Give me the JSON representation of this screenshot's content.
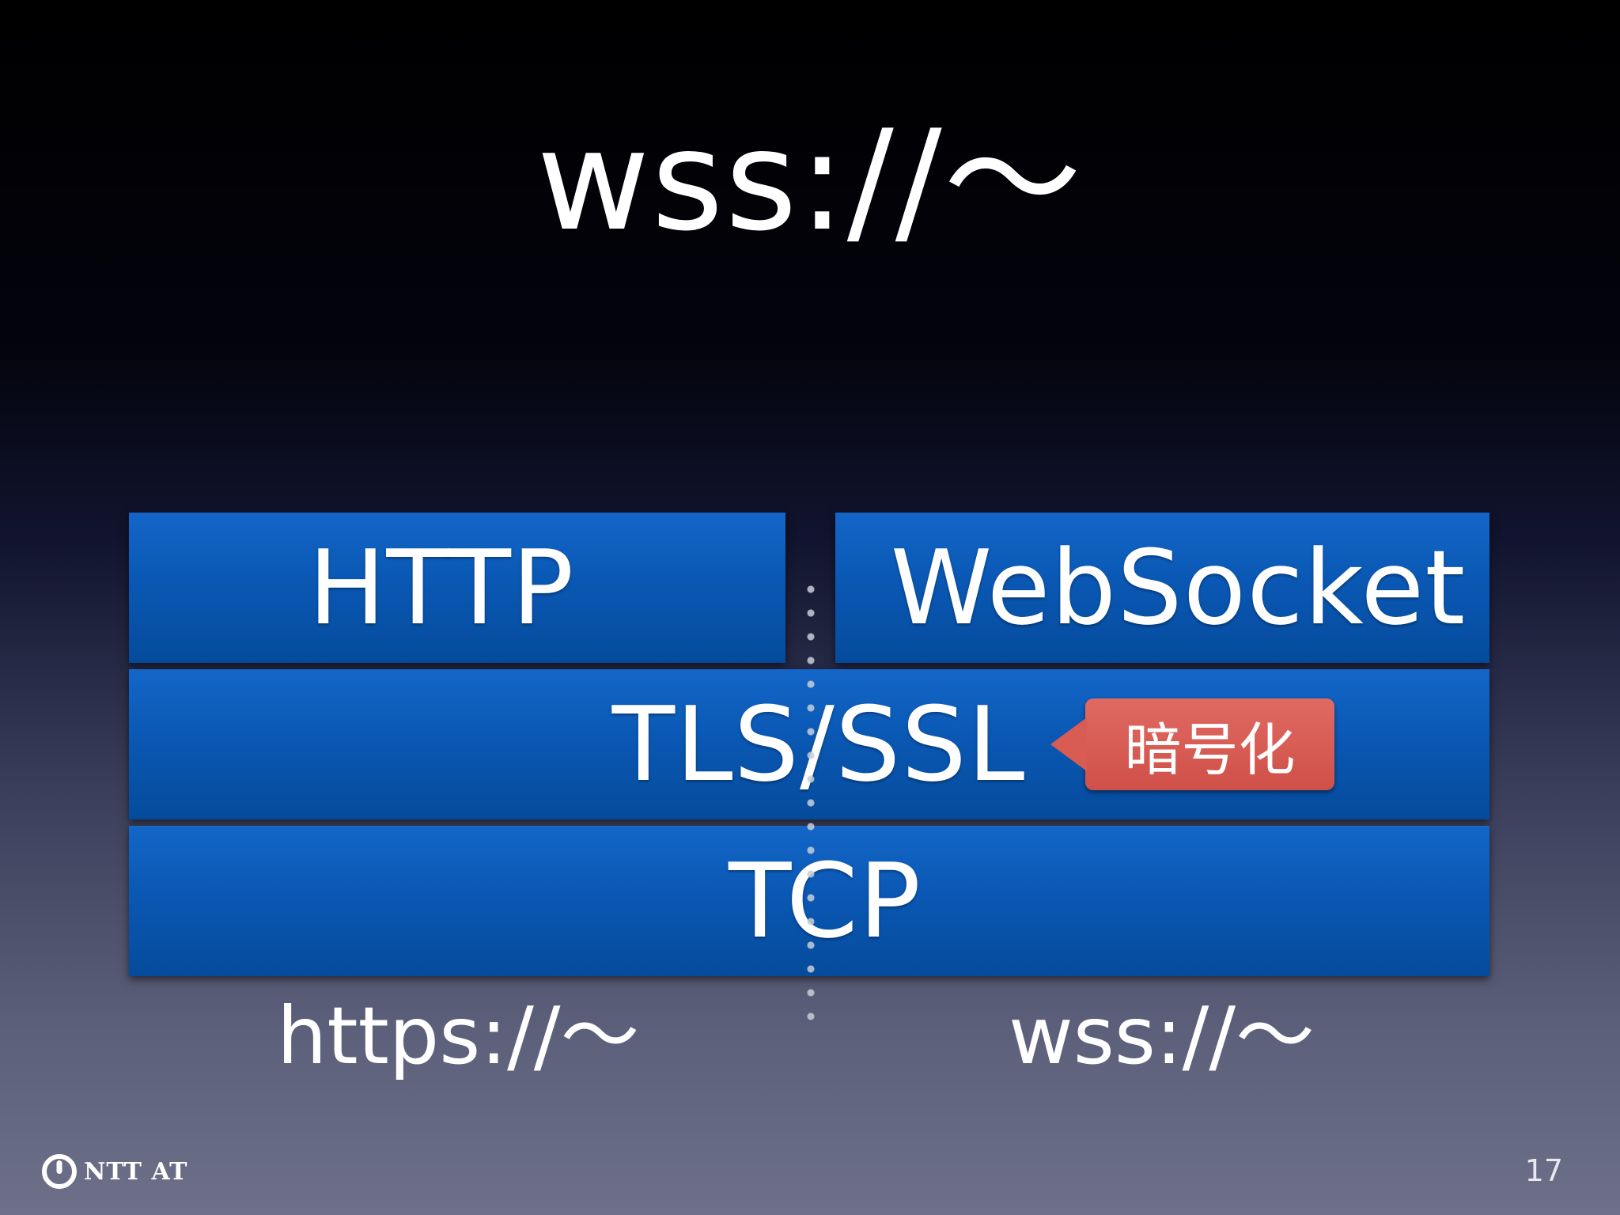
{
  "title": "wss://〜",
  "layers": {
    "http": "HTTP",
    "websocket": "WebSocket",
    "tls": "TLS/SSL",
    "tcp": "TCP"
  },
  "callout": "暗号化",
  "protocols": {
    "left": "https://〜",
    "right": "wss://〜"
  },
  "footer": {
    "logo_text": "NTT AT",
    "page_number": "17"
  },
  "colors": {
    "layer_blue": "#0a58b4",
    "callout_red": "#d85c54",
    "background_top": "#000000",
    "background_bottom": "#6d7088"
  }
}
